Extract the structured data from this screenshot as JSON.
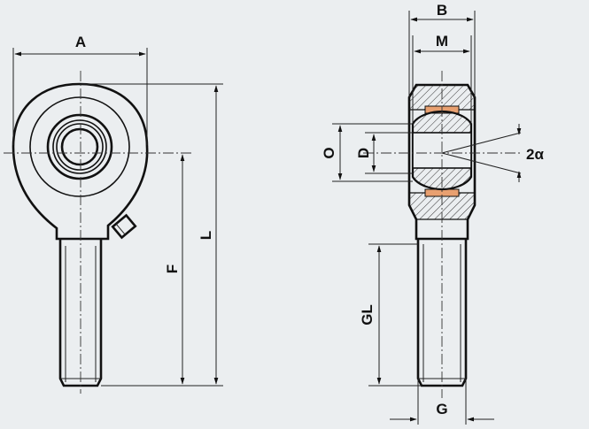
{
  "drawing": {
    "labels": {
      "A": "A",
      "B": "B",
      "M": "M",
      "O": "O",
      "D": "D",
      "two_alpha": "2α",
      "F": "F",
      "L": "L",
      "GL": "GL",
      "G": "G"
    },
    "colors": {
      "background": "#ebeef0",
      "line": "#111111",
      "hatch": "#333333",
      "liner": "#e8a070"
    }
  }
}
